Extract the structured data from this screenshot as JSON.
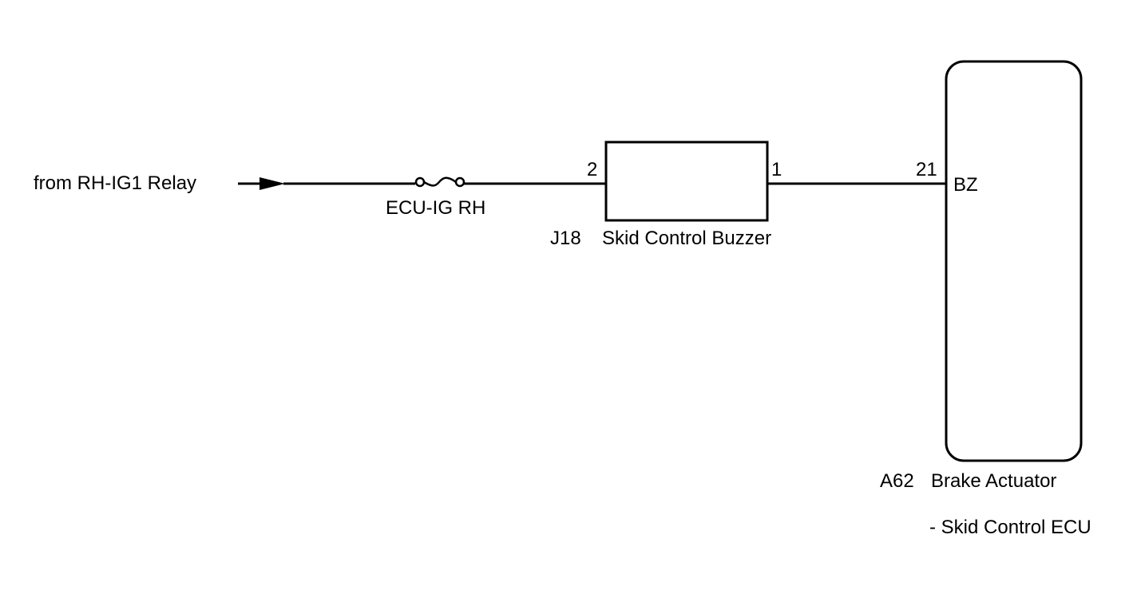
{
  "source": {
    "label": "from RH-IG1 Relay"
  },
  "fuse": {
    "name": "ECU-IG RH"
  },
  "buzzer": {
    "connector": "J18",
    "name": "Skid Control Buzzer",
    "pin_in": "2",
    "pin_out": "1"
  },
  "ecu": {
    "connector": "A62",
    "name_line1": "Brake Actuator",
    "name_line2": "- Skid Control ECU",
    "pin_number": "21",
    "pin_name": "BZ"
  }
}
